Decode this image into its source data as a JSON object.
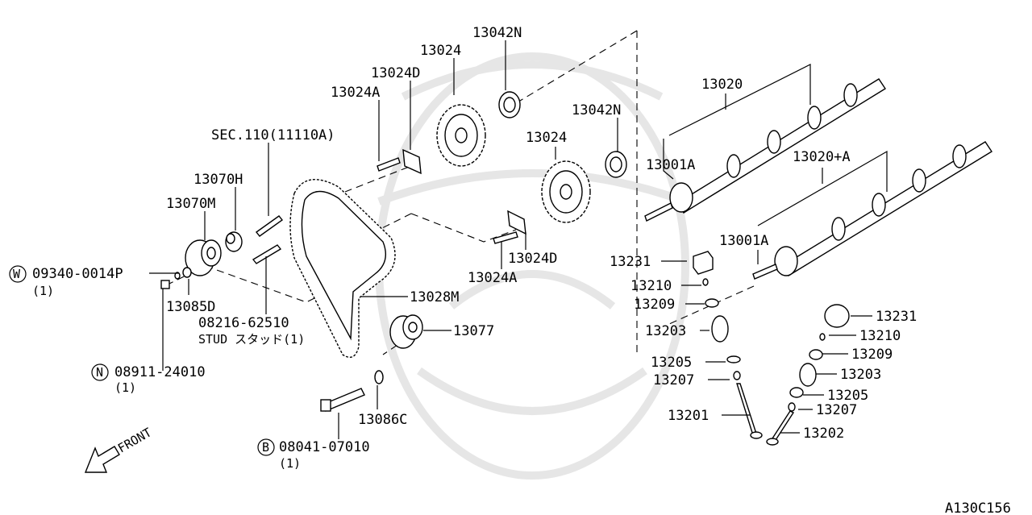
{
  "labels": {
    "p13042N_top": "13042N",
    "p13024_top": "13024",
    "p13024D_top": "13024D",
    "p13024A_top": "13024A",
    "sec110": "SEC.110(11110A)",
    "p13070H": "13070H",
    "p13070M": "13070M",
    "p13024_mid": "13024",
    "p13042N_mid": "13042N",
    "p13020": "13020",
    "p13001A_top": "13001A",
    "p13020A": "13020+A",
    "p13001A_mid": "13001A",
    "p13231_left": "13231",
    "p13210_left": "13210",
    "p13209_left": "13209",
    "p13203_left": "13203",
    "p13205_left": "13205",
    "p13207_left": "13207",
    "p13201": "13201",
    "p13231_right": "13231",
    "p13210_right": "13210",
    "p13209_right": "13209",
    "p13203_right": "13203",
    "p13205_right": "13205",
    "p13207_right": "13207",
    "p13202": "13202",
    "p13024D_low": "13024D",
    "p13024A_low": "13024A",
    "p13028M": "13028M",
    "p13077": "13077",
    "p13085D": "13085D",
    "p08216": "08216-62510",
    "stud": "STUD スタッド(1)",
    "p09340": "09340-0014P",
    "p09340_qty": "(1)",
    "p08911": "08911-24010",
    "p08911_qty": "(1)",
    "p13086C": "13086C",
    "p08041": "08041-07010",
    "p08041_qty": "(1)",
    "front": "FRONT",
    "diagram_code": "A130C156"
  },
  "badges": {
    "w": "W",
    "n": "N",
    "b": "B"
  }
}
